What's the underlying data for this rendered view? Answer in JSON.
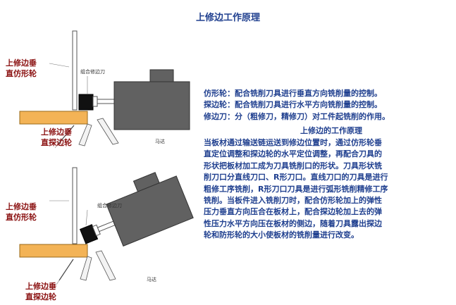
{
  "title": "上修边工作原理",
  "diagram_top": {
    "label_guide": [
      "上修边垂",
      "直仿形轮"
    ],
    "label_probe": [
      "上修边垂",
      "直探边轮"
    ],
    "label_cutter": "组合修边刀",
    "label_motor": "马达"
  },
  "diagram_bottom": {
    "label_guide": [
      "上修边垂",
      "直仿形轮"
    ],
    "label_probe": [
      "上修边垂",
      "直探边轮"
    ],
    "label_cutter": "组合修边刀",
    "label_motor": "马达"
  },
  "definitions": [
    "仿形轮：配合铣削刀具进行垂直方向铣削量的控制。",
    "探边轮：配合铣削刀具进行水平方向铣削量的控制。",
    "修边刀：分（粗修刀，精修刀）对工件起铣削的作用。"
  ],
  "section_title": "上修边的工作原理",
  "description_lines": [
    "当板材通过输送链运送到修边位置时，通过仿形轮垂",
    "直定位调整和探边轮的水平定位调整，再配合刀具的",
    "形状把板材加工成为刀具铣削口的形状。刀具形状铣",
    "削刀口分直线刀口、R形刀口。直线刀口的刀具是进行",
    "粗修工序铣削，R形刀口刀具是进行弧形铣削精修工序",
    "铣削。当板件进入铣削刀时，配合仿形轮加上的弹性",
    "压力垂直方向压合在板材上，配合探边轮加上去的弹",
    "性压力水平方向压在板材的侧边，随着刀具露出探边",
    "轮和防形轮的大小使板材的铣削量进行改变。"
  ]
}
